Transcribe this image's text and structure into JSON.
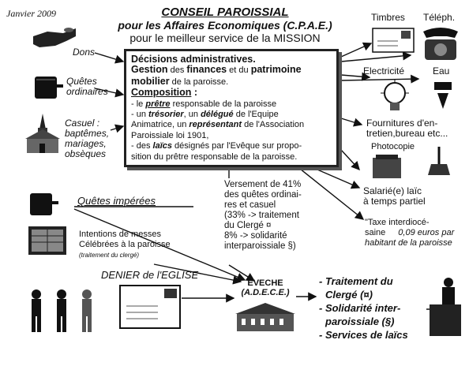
{
  "date": "Janvier 2009",
  "title": {
    "line1": "CONSEIL PAROISSIAL",
    "line2": "pour les Affaires Economiques (C.P.A.E.)",
    "line3": "pour le meilleur service de la MISSION"
  },
  "mainbox": {
    "decisions": "Décisions administratives.",
    "gestion_pre": "Gestion",
    "gestion_mid1": " des ",
    "gestion_finances": "finances",
    "gestion_mid2": " et du ",
    "gestion_patrimoine": "patrimoine",
    "gestion_mobilier": "mobilier",
    "gestion_post": " de la paroisse.",
    "composition": "Composition",
    "composition_colon": " :",
    "m1_pre": "- le ",
    "m1_key": "prêtre",
    "m1_post": " responsable de la paroisse",
    "m2_pre": "- un ",
    "m2_key1": "trésorier",
    "m2_mid": ", un ",
    "m2_key2": "délégué",
    "m2_post": " de l'Equipe",
    "m3_pre": "Animatrice, un ",
    "m3_key": "représentant",
    "m3_post": " de l'Association",
    "m4": "Paroissiale loi 1901,",
    "m5_pre": "- des ",
    "m5_key": "laïcs",
    "m5_post": " désignés par l'Evêque sur propo-",
    "m6": "sition du prêtre responsable de la paroisse."
  },
  "left": {
    "dons": "Dons",
    "quetes1": "Quêtes",
    "quetes2": "ordinaires",
    "casuel1": "Casuel :",
    "casuel2": "baptêmes,",
    "casuel3": "mariages,",
    "casuel4": "obsèques",
    "imperees": "Quêtes impérées",
    "intentions1": "Intentions de messes",
    "intentions2": "Célébrées à la paroisse",
    "intentions3": "(traitement du clergé)",
    "denier": "DENIER de l'EGLISE"
  },
  "right": {
    "timbres": "Timbres",
    "teleph": "Téléph.",
    "electricite": "Electricité",
    "eau": "Eau",
    "fournitures1": "Fournitures d'en-",
    "fournitures2": "tretien,bureau etc...",
    "photocopie": "Photocopie",
    "salarie1": "Salarié(e) laïc",
    "salarie2": "à temps partiel",
    "taxe1": "\"Taxe interdiocé-",
    "taxe2a": "saine",
    "taxe2b": "0,09 euros par",
    "taxe3": "habitant de la paroisse"
  },
  "versement": {
    "l1": "Versement de 41%",
    "l2": "des quêtes ordinai-",
    "l3": "res et casuel",
    "l4": "(33% -> traitement",
    "l5": "du Clergé ¤",
    "l6": "8% -> solidarité",
    "l7": "interparoissiale §)"
  },
  "eveche": {
    "l1": "EVECHE",
    "l2": "(A.D.E.C.E.)"
  },
  "results": {
    "r1a": "- Traitement du",
    "r1b": "Clergé (¤)",
    "r2a": "- Solidarité inter-",
    "r2b": "paroissiale (§)",
    "r3": "- Services de laïcs"
  }
}
